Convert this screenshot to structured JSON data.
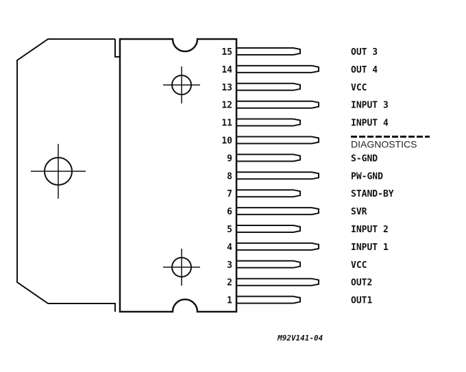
{
  "pins": [
    {
      "number": "15",
      "label": "OUT 3",
      "long": false
    },
    {
      "number": "14",
      "label": "OUT 4",
      "long": true
    },
    {
      "number": "13",
      "label": "VCC",
      "long": false
    },
    {
      "number": "12",
      "label": "INPUT 3",
      "long": true
    },
    {
      "number": "11",
      "label": "INPUT 4",
      "long": false
    },
    {
      "number": "10",
      "label": "DIAGNOSTICS",
      "long": true,
      "overlay": true
    },
    {
      "number": "9",
      "label": "S-GND",
      "long": false
    },
    {
      "number": "8",
      "label": "PW-GND",
      "long": true
    },
    {
      "number": "7",
      "label": "STAND-BY",
      "long": false
    },
    {
      "number": "6",
      "label": "SVR",
      "long": true
    },
    {
      "number": "5",
      "label": "INPUT 2",
      "long": false
    },
    {
      "number": "4",
      "label": "INPUT 1",
      "long": true
    },
    {
      "number": "3",
      "label": "VCC",
      "long": false
    },
    {
      "number": "2",
      "label": "OUT2",
      "long": true
    },
    {
      "number": "1",
      "label": "OUT1",
      "long": false
    }
  ],
  "figure_code": "M92V141-04"
}
